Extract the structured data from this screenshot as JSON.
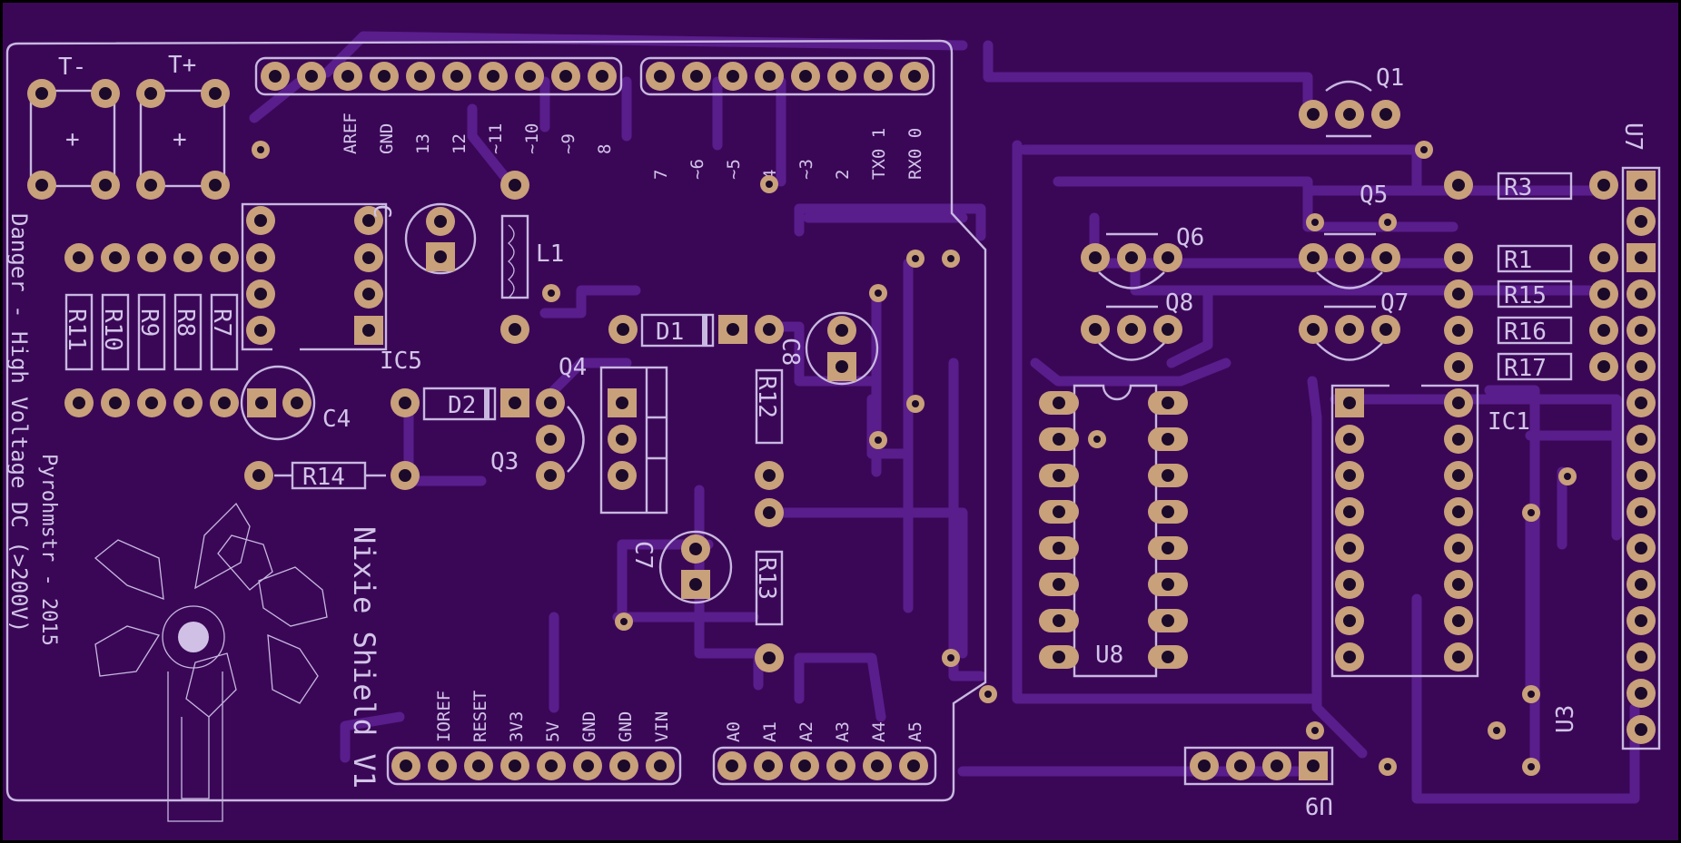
{
  "board": {
    "title": "Nixie Shield V1",
    "author": "Pyrohmstr - 2015",
    "warning": "Danger - High Voltage DC (>200V)",
    "background": "#3a0757",
    "trace_color": "#5a1d8c",
    "silk_color": "#c8b8e0",
    "pad_color": "#c8a07a"
  },
  "terminals": {
    "t_minus": "T-",
    "t_plus": "T+",
    "plus_sign": "+"
  },
  "header_top_left": [
    "AREF",
    "GND",
    "13",
    "12",
    "~11",
    "~10",
    "~9",
    "8"
  ],
  "header_top_right": [
    "7",
    "~6",
    "~5",
    "4",
    "~3",
    "2",
    "TX0 1",
    "RX0 0"
  ],
  "header_bottom_left": [
    "IOREF",
    "RESET",
    "3V3",
    "5V",
    "GND",
    "GND",
    "VIN"
  ],
  "header_bottom_right": [
    "A0",
    "A1",
    "A2",
    "A3",
    "A4",
    "A5"
  ],
  "parts": {
    "r11": "R11",
    "r10": "R10",
    "r9": "R9",
    "r8": "R8",
    "r7": "R7",
    "r14": "R14",
    "r12": "R12",
    "r13": "R13",
    "r3": "R3",
    "r1": "R1",
    "r15": "R15",
    "r16": "R16",
    "r17": "R17",
    "ic5": "IC5",
    "ic1": "IC1",
    "u8": "U8",
    "u7": "U7",
    "u9": "U9",
    "u3": "U3",
    "l1": "L1",
    "d1": "D1",
    "d2": "D2",
    "c4": "C4",
    "c7": "C7",
    "c8": "C8",
    "c_unlabeled": "C",
    "q1": "Q1",
    "q3": "Q3",
    "q4": "Q4",
    "q5": "Q5",
    "q6": "Q6",
    "q7": "Q7",
    "q8": "Q8"
  }
}
